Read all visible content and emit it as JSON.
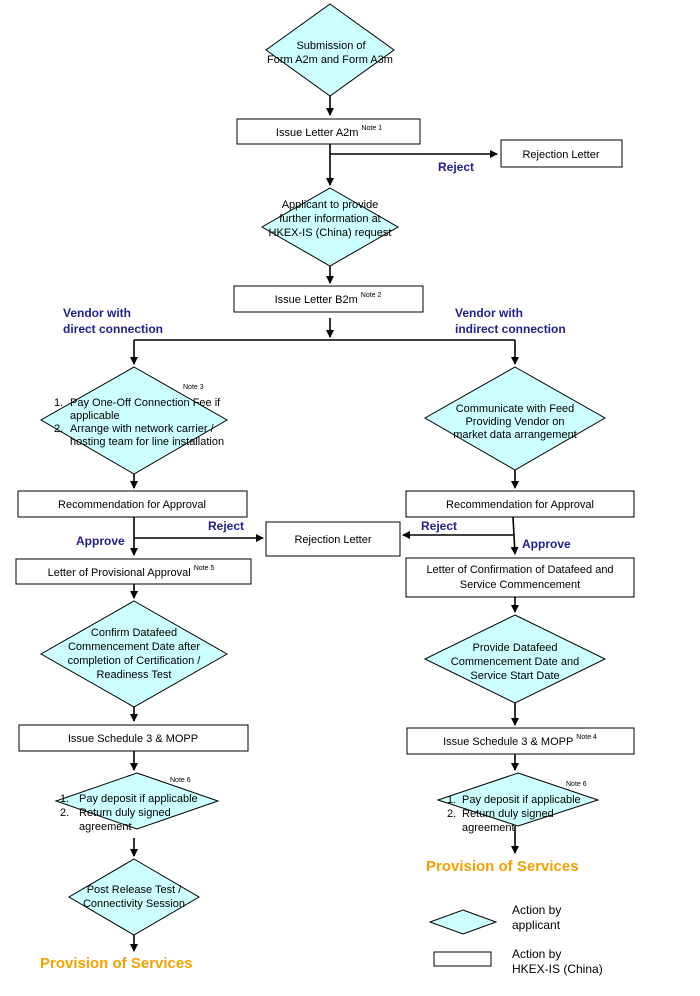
{
  "colors": {
    "action_fill": "#ccffff",
    "edge_label": "#1f1f8f",
    "provision": "#f5a000"
  },
  "diamonds": {
    "submission": [
      "Submission of",
      "Form A2m and Form A3m"
    ],
    "further_info": [
      "Applicant to provide",
      "further information at",
      "HKEX-IS (China) request"
    ],
    "direct_payment": {
      "note": "Note 3",
      "items": [
        [
          "1.",
          "Pay One-Off Connection Fee if"
        ],
        [
          "",
          "applicable"
        ],
        [
          "2.",
          "Arrange with network carrier /"
        ],
        [
          "",
          "hosting team for line installation"
        ]
      ]
    },
    "communicate": [
      "Communicate with Feed",
      "Providing Vendor on",
      "market data arrangement"
    ],
    "confirm_datafeed": [
      "Confirm Datafeed",
      "Commencement Date after",
      "completion of Certification /",
      "Readiness Test"
    ],
    "provide_datafeed": [
      "Provide Datafeed",
      "Commencement Date and",
      "Service Start Date"
    ],
    "deposit_left": {
      "note": "Note 6",
      "items": [
        [
          "1.",
          "Pay deposit if applicable"
        ],
        [
          "2.",
          "Return duly signed"
        ],
        [
          "",
          "agreement"
        ]
      ]
    },
    "deposit_right": {
      "note": "Note 6",
      "items": [
        [
          "1.",
          "Pay deposit if applicable"
        ],
        [
          "2.",
          "Return duly signed"
        ],
        [
          "",
          "agreement"
        ]
      ]
    },
    "post_release": [
      "Post Release Test /",
      "Connectivity Session"
    ]
  },
  "boxes": {
    "letter_a2m": {
      "text": "Issue Letter A2m",
      "note": "Note 1"
    },
    "rejection_top": {
      "text": "Rejection Letter"
    },
    "letter_b2m": {
      "text": "Issue Letter B2m",
      "note": "Note 2"
    },
    "recommend_left": {
      "text": "Recommendation for Approval"
    },
    "recommend_right": {
      "text": "Recommendation for Approval"
    },
    "rejection_mid": {
      "text": "Rejection Letter"
    },
    "provisional": {
      "text": "Letter of Provisional Approval",
      "note": "Note 5"
    },
    "confirmation": {
      "lines": [
        "Letter of Confirmation of Datafeed and",
        "Service Commencement"
      ]
    },
    "schedule_left": {
      "text": "Issue Schedule 3 & MOPP"
    },
    "schedule_right": {
      "text": "Issue Schedule 3 & MOPP",
      "note": "Note 4"
    }
  },
  "labels": {
    "reject_top": "Reject",
    "vendor_direct": [
      "Vendor with",
      "direct connection"
    ],
    "vendor_indirect": [
      "Vendor with",
      "indirect connection"
    ],
    "reject_left": "Reject",
    "reject_right": "Reject",
    "approve_left": "Approve",
    "approve_right": "Approve",
    "provision_left": "Provision of Services",
    "provision_right": "Provision of Services"
  },
  "legend": {
    "applicant": [
      "Action by",
      "applicant"
    ],
    "hkex": [
      "Action by",
      "HKEX-IS (China)"
    ]
  }
}
